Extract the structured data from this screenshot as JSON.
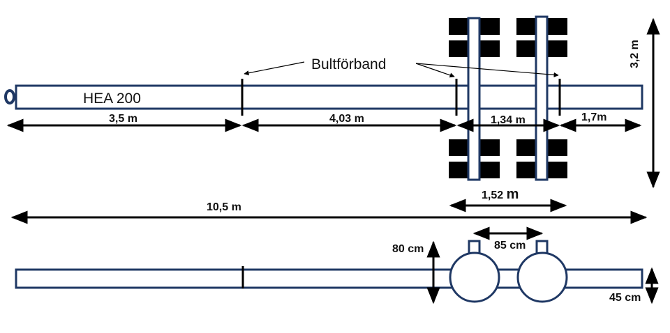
{
  "beam": {
    "profile_label": "HEA 200"
  },
  "callout": {
    "label": "Bultförband"
  },
  "dimensions": {
    "seg1": "3,5 m",
    "seg2": "4,03 m",
    "seg3": "1,34 m",
    "seg4": "1,7m",
    "total_length": "10,5 m",
    "track_width": "3,2 m",
    "axle_spacing_top": "1,52 ",
    "axle_spacing_top_unit": "m",
    "wheel_height": "80 cm",
    "axle_spacing_bottom": "85 cm",
    "beam_height": "45 cm"
  },
  "colors": {
    "beam_stroke": "#1f3864",
    "ink": "#000000"
  }
}
